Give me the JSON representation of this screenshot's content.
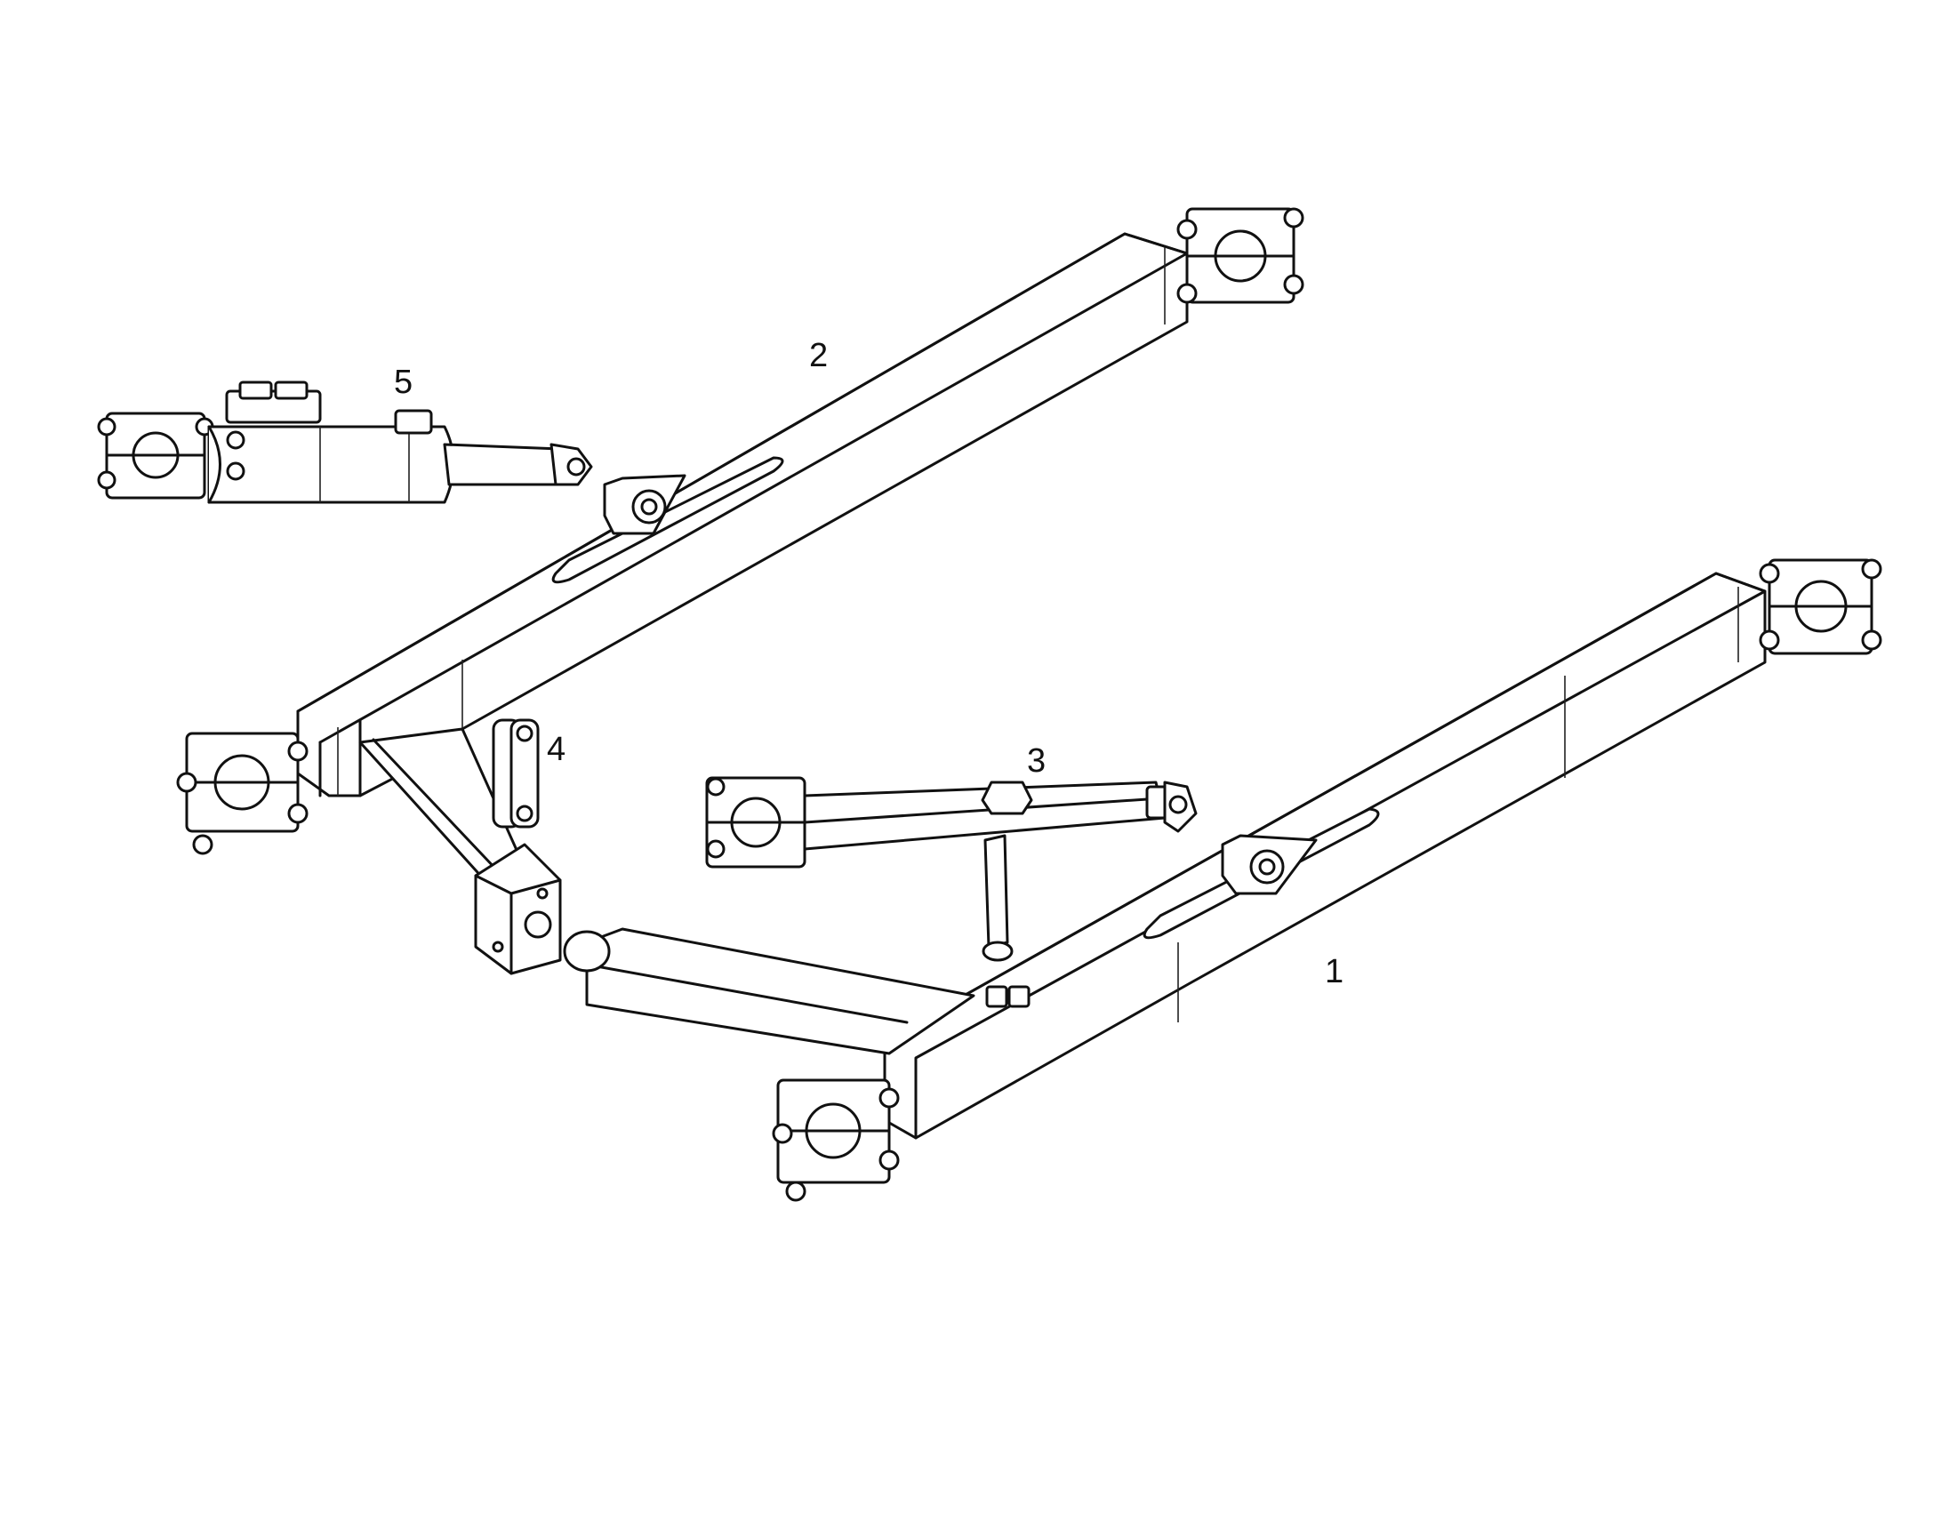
{
  "diagram": {
    "background_color": "#ffffff",
    "line_color": "#111111",
    "callouts": [
      {
        "id": "1",
        "label": "1"
      },
      {
        "id": "2",
        "label": "2"
      },
      {
        "id": "3",
        "label": "3"
      },
      {
        "id": "4",
        "label": "4"
      },
      {
        "id": "5",
        "label": "5"
      }
    ]
  }
}
